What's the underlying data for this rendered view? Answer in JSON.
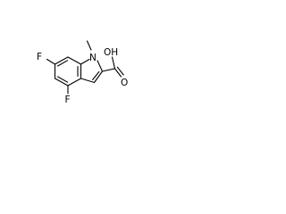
{
  "molecule": {
    "atoms": {
      "fluorine_c6": "F",
      "fluorine_c4": "F",
      "nitrogen": "N",
      "methyl": "",
      "carbonyl_oxygen": "O",
      "hydroxyl": "OH"
    }
  }
}
